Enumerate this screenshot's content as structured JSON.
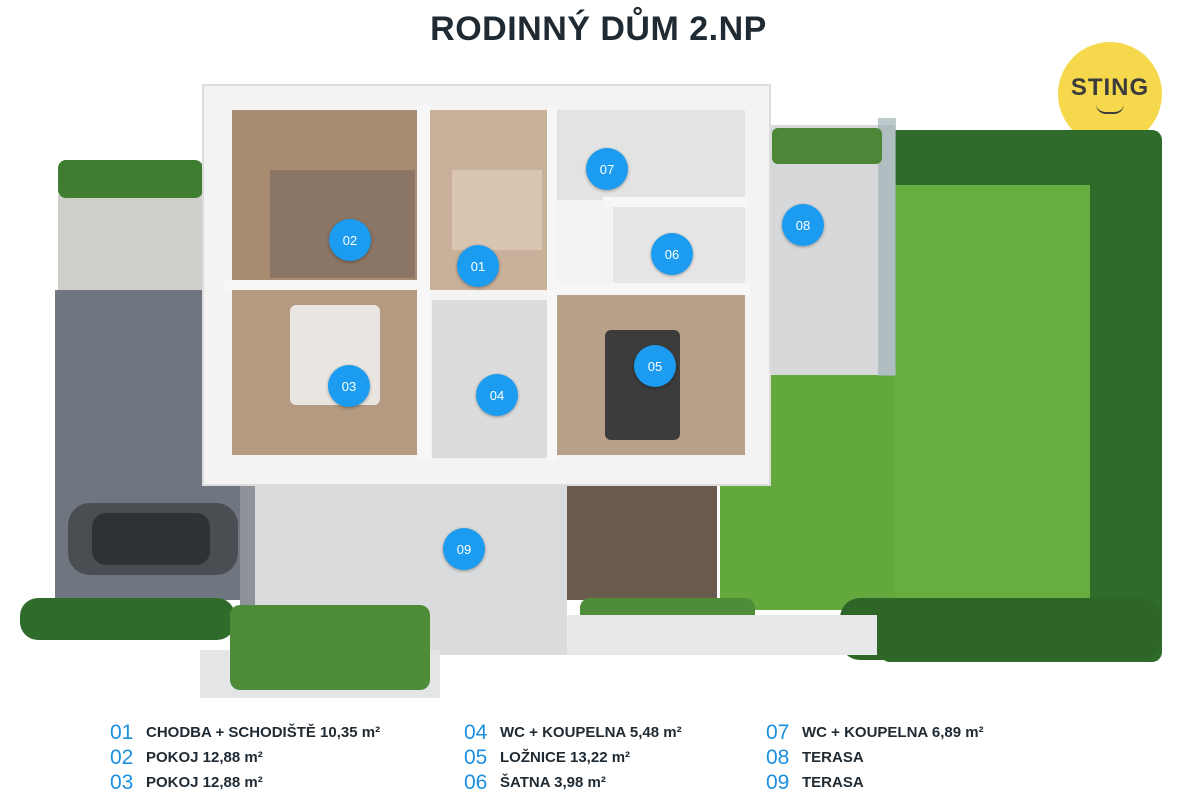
{
  "title": "RODINNÝ DŮM 2.NP",
  "logo": {
    "text": "STING"
  },
  "markers": [
    {
      "id": "01"
    },
    {
      "id": "02"
    },
    {
      "id": "03"
    },
    {
      "id": "04"
    },
    {
      "id": "05"
    },
    {
      "id": "06"
    },
    {
      "id": "07"
    },
    {
      "id": "08"
    },
    {
      "id": "09"
    }
  ],
  "legend": {
    "columns": [
      [
        {
          "num": "01",
          "label": "CHODBA + SCHODIŠTĚ 10,35 m²"
        },
        {
          "num": "02",
          "label": "POKOJ 12,88 m²"
        },
        {
          "num": "03",
          "label": "POKOJ 12,88 m²"
        }
      ],
      [
        {
          "num": "04",
          "label": "WC + KOUPELNA 5,48 m²"
        },
        {
          "num": "05",
          "label": "LOŽNICE 13,22 m²"
        },
        {
          "num": "06",
          "label": "ŠATNA 3,98 m²"
        }
      ],
      [
        {
          "num": "07",
          "label": "WC + KOUPELNA 6,89 m²"
        },
        {
          "num": "08",
          "label": "TERASA"
        },
        {
          "num": "09",
          "label": "TERASA"
        }
      ]
    ]
  },
  "colors": {
    "marker": "#1b9cf0",
    "lawn": "#5fa43a",
    "hedge": "#2f6b2a",
    "wall": "#f2f2f2",
    "logo": "#f6d84c"
  }
}
